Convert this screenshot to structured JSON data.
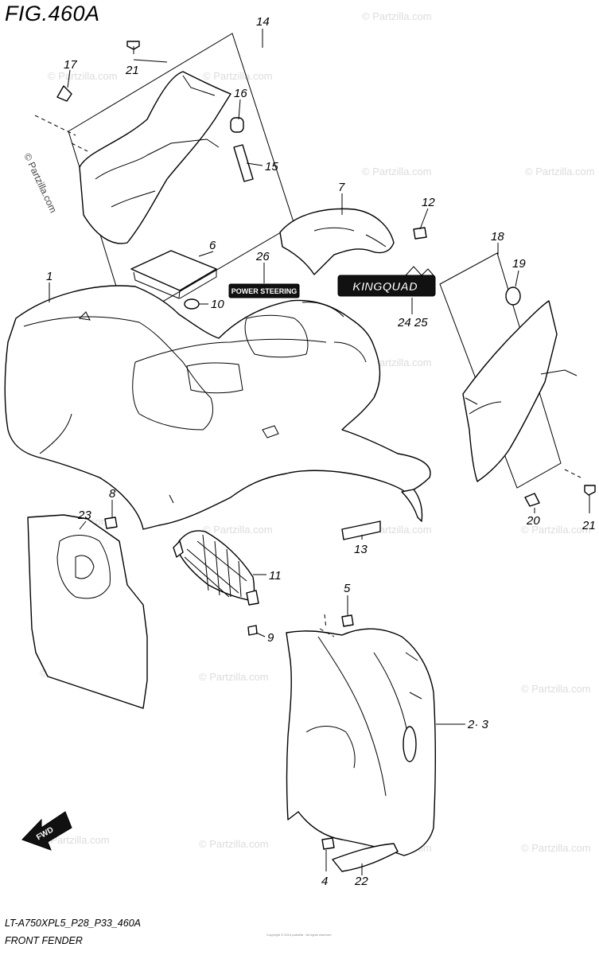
{
  "figure_title": "FIG.460A",
  "model_code": "LT-A750XPL5_P28_P33_460A",
  "section_name": "FRONT FENDER",
  "copyright_small": "Copyright © 2014 partzilla · All rights reserved",
  "watermark": "© Partzilla.com",
  "watermark_vertical": "© Partzilla.com",
  "badges": {
    "power_steering": "POWER STEERING",
    "kingquad": "KINGQUAD",
    "fwd": "FWD"
  },
  "callouts": {
    "c1": "1",
    "c23": "2· 3",
    "c4": "4",
    "c5": "5",
    "c6": "6",
    "c7": "7",
    "c8": "8",
    "c9": "9",
    "c10": "10",
    "c11": "11",
    "c12": "12",
    "c13": "13",
    "c14": "14",
    "c15": "15",
    "c16": "16",
    "c17": "17",
    "c18": "18",
    "c19": "19",
    "c20": "20",
    "c21a": "21",
    "c21b": "21",
    "c22": "22",
    "c23b": "23",
    "c2425": "24 25",
    "c26": "26"
  }
}
